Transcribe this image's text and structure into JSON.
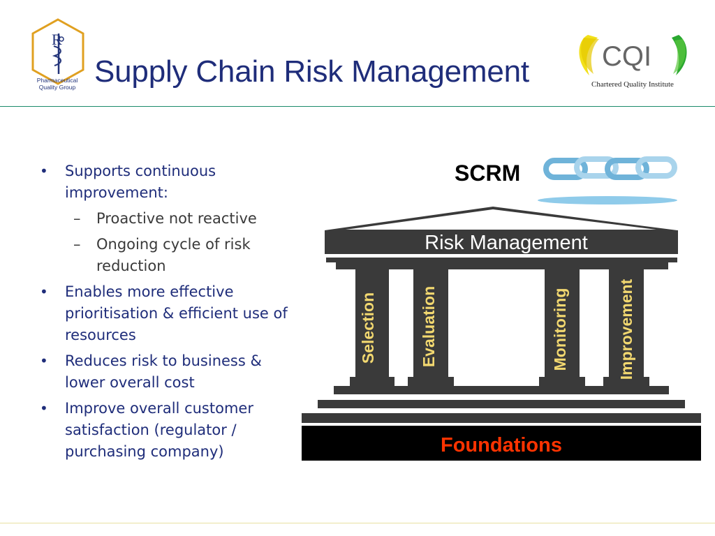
{
  "logo_left": {
    "caption_line1": "Pharmaceutical",
    "caption_line2": "Quality Group",
    "icon": "caduceus-rx-hexagon"
  },
  "title": "Supply Chain Risk Management",
  "cqi": {
    "text": "CQI",
    "caption": "Chartered Quality Institute"
  },
  "bullets": [
    {
      "text": "Supports continuous improvement:",
      "sub": [
        "Proactive not reactive",
        "Ongoing cycle of risk reduction"
      ]
    },
    {
      "text": "Enables more effective prioritisation & efficient use of resources",
      "sub": []
    },
    {
      "text": "Reduces risk to business & lower overall cost",
      "sub": []
    },
    {
      "text": "Improve overall customer satisfaction (regulator / purchasing company)",
      "sub": []
    }
  ],
  "diagram": {
    "scrm_label": "SCRM",
    "roof_label": "Risk Management",
    "pillars": [
      "Selection",
      "Evaluation",
      "Monitoring",
      "Improvement"
    ],
    "foundation_label": "Foundations",
    "colors": {
      "pillar": "#3a3a3a",
      "foundation_text": "#ff3300",
      "chain": "#6fb3d9",
      "title": "#1f2d7a"
    }
  }
}
